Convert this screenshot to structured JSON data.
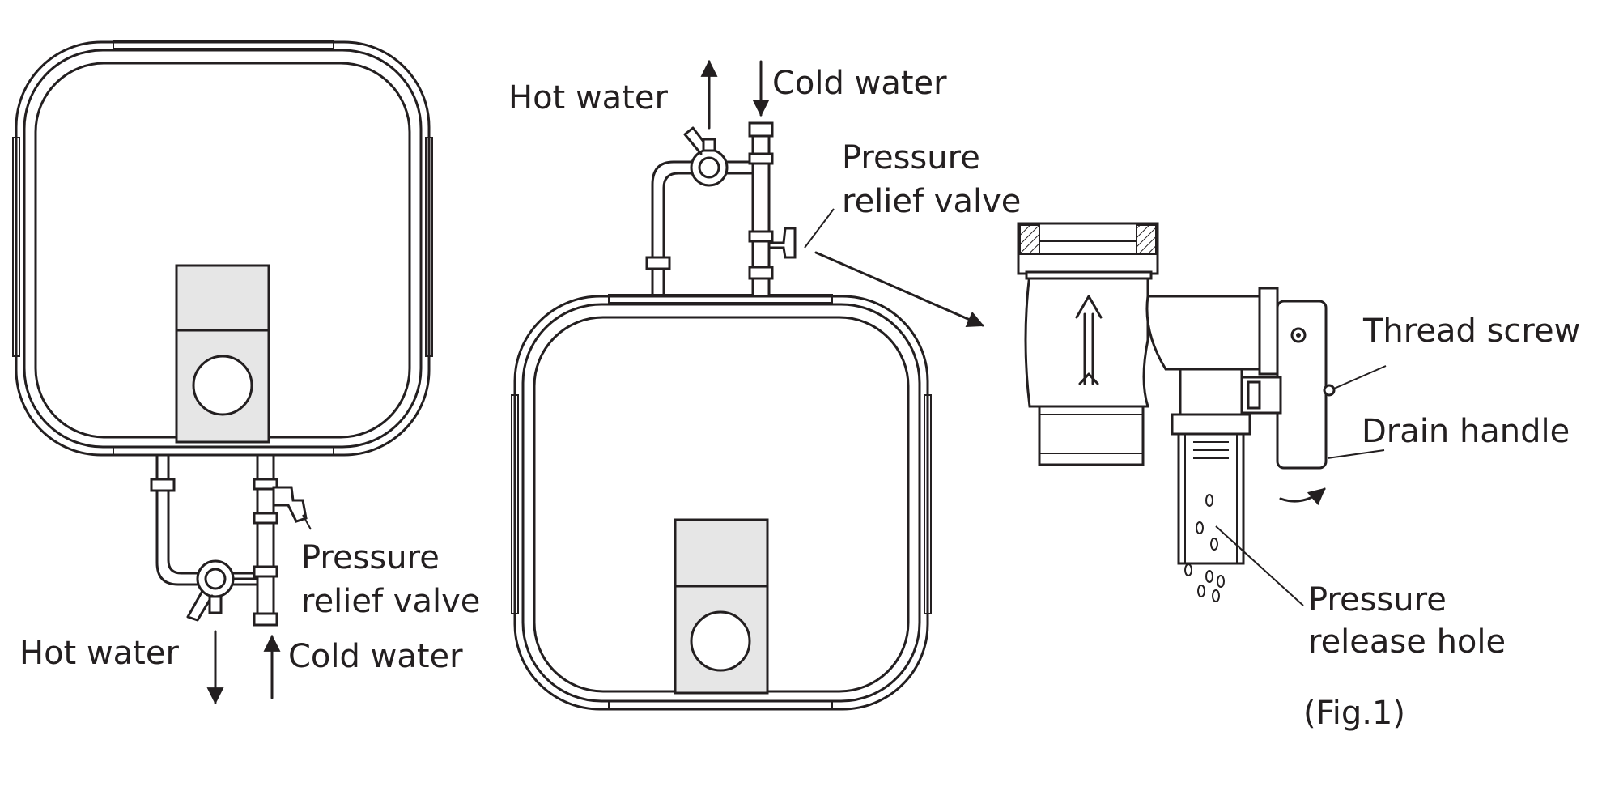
{
  "left_heater": {
    "hot_water": "Hot water",
    "cold_water": "Cold water",
    "pressure_relief_valve": [
      "Pressure",
      "relief valve"
    ]
  },
  "middle_heater": {
    "hot_water": "Hot water",
    "cold_water": "Cold water",
    "pressure_relief_valve": [
      "Pressure",
      "relief valve"
    ]
  },
  "valve_detail": {
    "thread_screw": "Thread screw",
    "drain_handle": "Drain handle",
    "pressure_release_hole": [
      "Pressure",
      "release hole"
    ]
  },
  "caption": "(Fig.1)"
}
